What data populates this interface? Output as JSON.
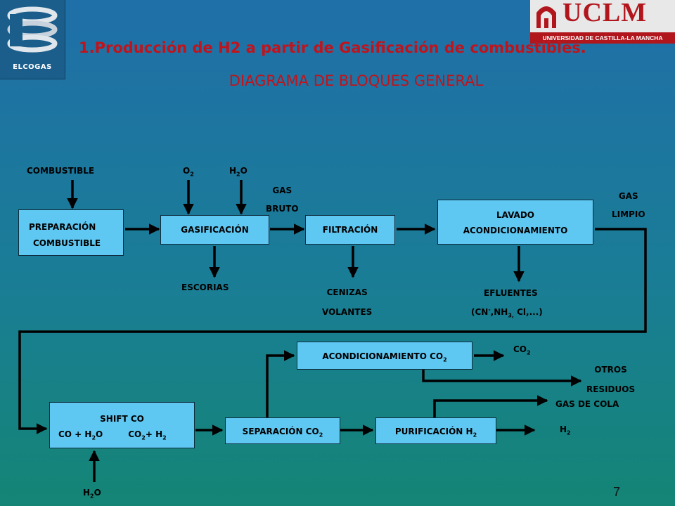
{
  "logos": {
    "elcogas": "ELCOGAS",
    "uclm": "UCLM",
    "uclm_sub": "UNIVERSIDAD DE CASTILLA-LA MANCHA"
  },
  "header": {
    "title": "1.Producción de H2 a partir de Gasificación de combustibles.",
    "subtitle": "DIAGRAMA DE BLOQUES GENERAL"
  },
  "blocks": {
    "preparacion": [
      "PREPARACIÓN",
      "COMBUSTIBLE"
    ],
    "gasificacion": "GASIFICACIÓN",
    "filtracion": "FILTRACIÓN",
    "lavado": [
      "LAVADO",
      "ACONDICIONAMIENTO"
    ],
    "shift_title": "SHIFT CO",
    "shift_reaction": {
      "left": "CO + H",
      "left_sub": "2",
      "left_tail": "O",
      "right": "CO",
      "right_sub1": "2",
      "right_mid": "+ H",
      "right_sub2": "2"
    },
    "acond_co2": {
      "text": "ACONDICIONAMIENTO CO",
      "sub": "2"
    },
    "separacion_co2": {
      "text": "SEPARACIÓN CO",
      "sub": "2"
    },
    "purificacion_h2": {
      "text": "PURIFICACIÓN H",
      "sub": "2"
    }
  },
  "labels": {
    "combustible": "COMBUSTIBLE",
    "o2": {
      "text": "O",
      "sub": "2"
    },
    "h2o_top": {
      "text": "H",
      "sub": "2",
      "tail": "O"
    },
    "gas_bruto": [
      "GAS",
      "BRUTO"
    ],
    "gas_limpio": [
      "GAS",
      "LIMPIO"
    ],
    "escorias": "ESCORIAS",
    "cenizas": [
      "CENIZAS",
      "VOLANTES"
    ],
    "efluentes_title": "EFLUENTES",
    "efluentes_detail": {
      "open": "(CN",
      "sup": "-",
      "mid": ",NH",
      "sub": "3,",
      "tail": " Cl,...)"
    },
    "co2_out": {
      "text": "CO",
      "sub": "2"
    },
    "otros_residuos": [
      "OTROS",
      "RESIDUOS"
    ],
    "gas_de_cola": "GAS DE COLA",
    "h2_out": {
      "text": "H",
      "sub": "2"
    },
    "h2o_bottom": {
      "text": "H",
      "sub": "2",
      "tail": "O"
    }
  },
  "page_number": "7",
  "colors": {
    "block_fill": "#5ec8f2",
    "title_red": "#c0141d",
    "arrow": "#000000"
  }
}
